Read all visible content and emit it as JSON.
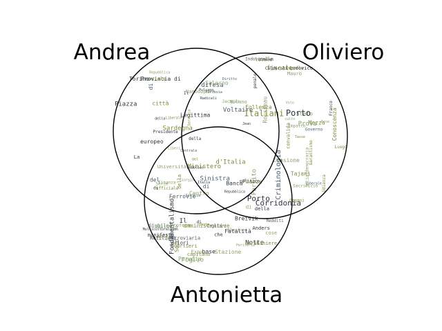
{
  "sets": [
    {
      "key": "andrea",
      "label": "Andrea"
    },
    {
      "key": "oliviero",
      "label": "Oliviero"
    },
    {
      "key": "antonietta",
      "label": "Antonietta"
    }
  ],
  "colors": {
    "circle_stroke": "#000000",
    "word_dark": "#2e3440",
    "word_olive": "#7d8a3a",
    "word_slate": "#4a5a6a",
    "word_sage": "#8aa06a"
  },
  "regions": {
    "andrea_only": [
      "della",
      "di",
      "Provincia di",
      "Repubblica",
      "Piazza",
      "Presidente",
      "sociale",
      "Il",
      "La",
      "europeo",
      "Sardegna",
      "città",
      "Torino",
      "Liberale"
    ],
    "oliviero_only": [
      "Socialdemocrazia",
      "fiscale",
      "Impatto",
      "Indovinello",
      "Sacrificio",
      "Udienza",
      "Lodovico",
      "Mazza",
      "Garantismo",
      "letale",
      "culto",
      "Prova",
      "Evasione",
      "Eroe",
      "Stato",
      "Voto",
      "Porto",
      "Querela",
      "Luminol",
      "liberale",
      "Governo",
      "Calderoli",
      "Organi",
      "Tajani",
      "Luogo",
      "Mauro",
      "convalida",
      "Conoscenza",
      "Franco",
      "Tasse"
    ],
    "antonietta_only": [
      "Cagliari",
      "Sono",
      "Giubileo",
      "Notte",
      "Elezioni",
      "ferroviaria",
      "Multiculturalismo",
      "amministrative",
      "capitano",
      "Quartieri",
      "Retiliani",
      "Breivik",
      "Carte",
      "che",
      "base",
      "Profeta",
      "cose",
      "Carabiniere",
      "manifesto",
      "Il",
      "Fatalità",
      "Fondamentalismo",
      "priori",
      "Stazione",
      "Obitorio",
      "Redditi",
      "Anders",
      "Foglio",
      "Expo",
      "Perugia",
      "Periferia",
      "della",
      "di"
    ],
    "andrea_oliviero": [
      "Diritto",
      "Ferrovia",
      "Jacques",
      "Pulsano",
      "Follemza",
      "Voltaire",
      "Rousseau",
      "Jean",
      "Italiani",
      "Legittima",
      "difesa",
      "penale",
      "Radicali",
      "Salerno",
      "Servizio",
      "Milano",
      "Nanodopera"
    ],
    "andrea_antonietta": [
      "Sicilia",
      "Serie",
      "Ferrovie",
      "Finanza",
      "Giorgio",
      "officiale",
      "Università",
      "della",
      "del",
      "di",
      "Il",
      "Centro",
      "Liberi"
    ],
    "oliviero_antonietta": [
      "Criminologia",
      "Corridonia",
      "Porto",
      "della",
      "di"
    ],
    "all_three": [
      "Banca",
      "del",
      "Sinistra",
      "Ministero",
      "Repubblica",
      "Italia",
      "Piazza",
      "Partito",
      "politico",
      "d'Italia",
      "Centrale",
      "pubblico",
      "della",
      "di"
    ]
  }
}
